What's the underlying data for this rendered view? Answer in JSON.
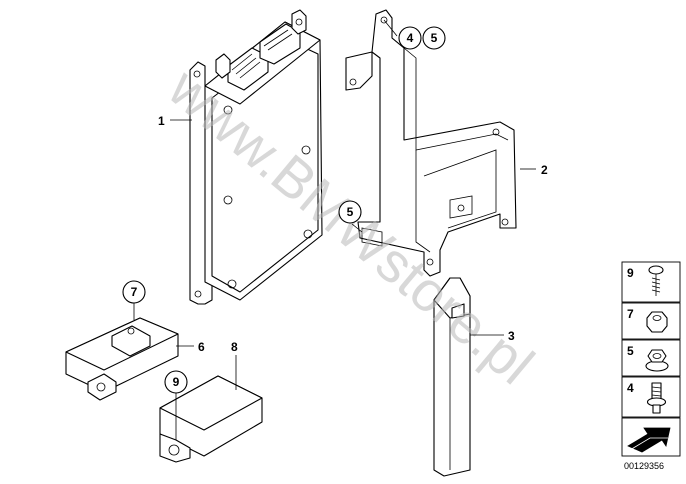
{
  "watermark": "www.BMWstore.pl",
  "document_number": "00129356",
  "callouts": {
    "c1": "1",
    "c2": "2",
    "c3": "3",
    "c6": "6",
    "c8": "8",
    "c4": "4",
    "c5": "5",
    "c5b": "5",
    "c7": "7",
    "c9": "9"
  },
  "legend": {
    "items": [
      {
        "number": "9",
        "icon": "screw-icon"
      },
      {
        "number": "7",
        "icon": "nut-icon"
      },
      {
        "number": "5",
        "icon": "collar-nut-icon"
      },
      {
        "number": "4",
        "icon": "stud-bolt-icon"
      }
    ],
    "arrow_icon": "arrow-icon"
  }
}
